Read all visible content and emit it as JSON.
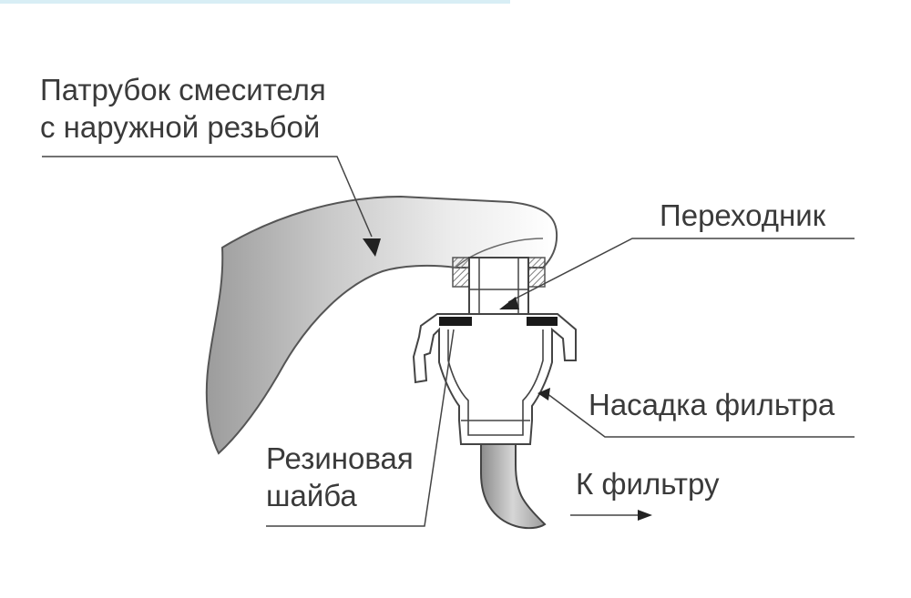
{
  "labels": {
    "spout_line1": "Патрубок смесителя",
    "spout_line2": "с наружной резьбой",
    "adapter": "Переходник",
    "nozzle": "Насадка фильтра",
    "washer_line1": "Резиновая",
    "washer_line2": "шайба",
    "to_filter": "К фильтру"
  },
  "colors": {
    "ink": "#3a3a3a",
    "line": "#555555",
    "spout_fill_light": "#f4f4f4",
    "spout_fill_dark": "#a9a9a9",
    "part_fill": "#ffffff",
    "washer": "#1a1a1a",
    "thread_hatch": "#8a8a8a",
    "top_strip": "#d8eef5"
  }
}
